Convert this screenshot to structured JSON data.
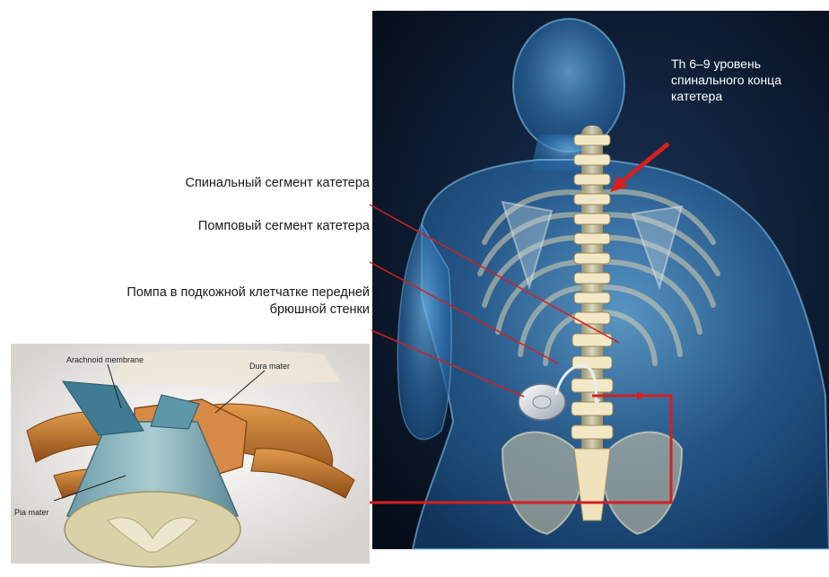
{
  "labels": {
    "spinal_segment": "Спинальный сегмент катетера",
    "pump_segment": "Помповый сегмент катетера",
    "pump_line1": "Помпа в подкожной клетчатке передней",
    "pump_line2": "брюшной стенки",
    "th_line1": "Th 6–9 уровень",
    "th_line2": "спинального конца",
    "th_line3": "катетера"
  },
  "inset_labels": {
    "arachnoid": "Arachnoid membrane",
    "dura": "Dura mater",
    "pia": "Pia mater"
  },
  "colors": {
    "catheter": "#d42020",
    "background_dark": "#0b1526",
    "body_glow": "#5aa8e0",
    "bone": "#e9dcb4",
    "nerve": "#c8782c",
    "cord_cut": "#d9d1a8"
  }
}
